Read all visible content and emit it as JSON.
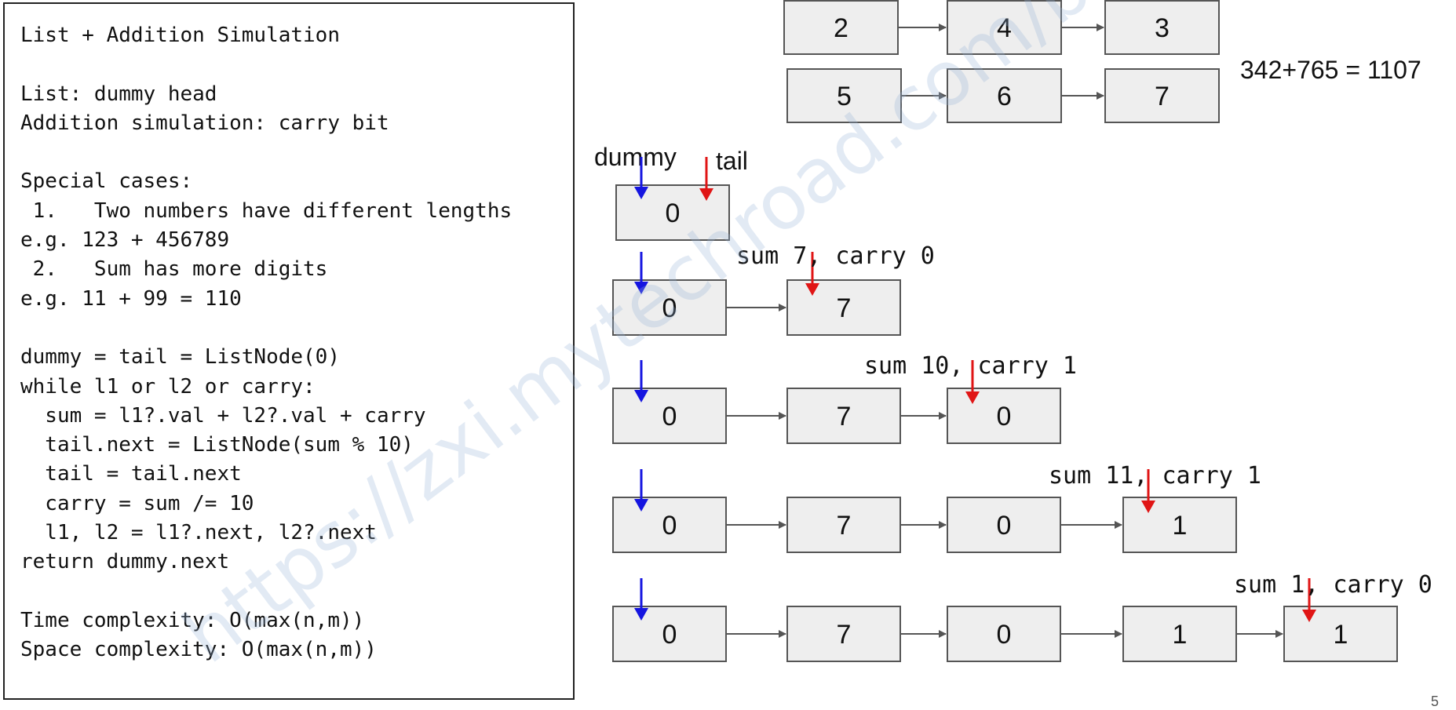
{
  "code_lines": [
    "List + Addition Simulation",
    "",
    "List: dummy head",
    "Addition simulation: carry bit",
    "",
    "Special cases:",
    " 1.   Two numbers have different lengths",
    "e.g. 123 + 456789",
    " 2.   Sum has more digits",
    "e.g. 11 + 99 = 110",
    "",
    "dummy = tail = ListNode(0)",
    "while l1 or l2 or carry:",
    "  sum = l1?.val + l2?.val + carry",
    "  tail.next = ListNode(sum % 10)",
    "  tail = tail.next",
    "  carry = sum /= 10",
    "  l1, l2 = l1?.next, l2?.next",
    "return dummy.next",
    "",
    "Time complexity: O(max(n,m))",
    "Space complexity: O(max(n,m))"
  ],
  "input_list_1": [
    "2",
    "4",
    "3"
  ],
  "input_list_2": [
    "5",
    "6",
    "7"
  ],
  "equation": "342+765 = 1107",
  "pointer_labels": {
    "dummy": "dummy",
    "tail": "tail"
  },
  "colors": {
    "dummy_pointer": "#1515e0",
    "tail_pointer": "#e01515",
    "node_fill": "#eeeeee"
  },
  "steps": [
    {
      "nodes": [
        "0"
      ],
      "tail_index": 0,
      "label": ""
    },
    {
      "nodes": [
        "0",
        "7"
      ],
      "tail_index": 1,
      "label": "sum 7, carry 0"
    },
    {
      "nodes": [
        "0",
        "7",
        "0"
      ],
      "tail_index": 2,
      "label": "sum 10, carry 1"
    },
    {
      "nodes": [
        "0",
        "7",
        "0",
        "1"
      ],
      "tail_index": 3,
      "label": "sum 11, carry 1"
    },
    {
      "nodes": [
        "0",
        "7",
        "0",
        "1",
        "1"
      ],
      "tail_index": 4,
      "label": "sum 1, carry 0"
    }
  ],
  "watermark": "https://zxi.mytechroad.com/blog/  花花酱 LeetCode",
  "page_number": "5"
}
